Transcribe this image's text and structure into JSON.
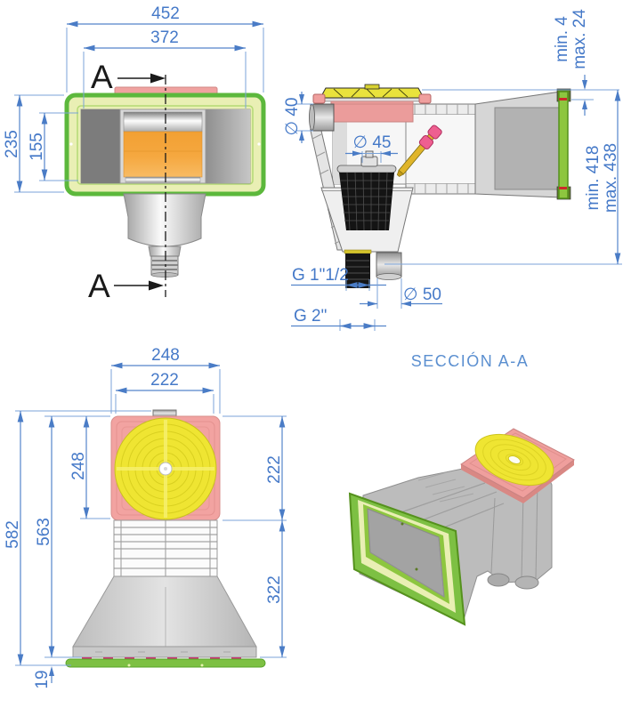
{
  "colors": {
    "dimension_blue": "#4a7cc6",
    "dimension_text_blue": "#4579c8",
    "section_title_blue": "#5b8fd0",
    "frame_green": "#6abf3e",
    "pale_green_band": "#e9efb4",
    "base_green": "#7dc043",
    "lid_yellow": "#ece43c",
    "collar_pink": "#ee9e9c",
    "weir_orange": "#f4a437",
    "tool_pink": "#ee5f90",
    "body_gray": "#c9c9c9"
  },
  "front_view": {
    "section_arrow_label": "A",
    "dims": {
      "overall_width": "452",
      "inner_width": "372",
      "overall_height": "235",
      "opening_height": "155"
    }
  },
  "section_view": {
    "title": "SECCIÓN A-A",
    "dims": {
      "top_pipe_diameter": "∅ 40",
      "basket_neck_diameter": "∅ 45",
      "lip_min": "min. 4",
      "lip_max": "max. 24",
      "depth_min": "min. 418",
      "depth_max": "max. 438",
      "drain_thread_small": "G 1\"1/2",
      "drain_pipe_diameter": "∅ 50",
      "drain_thread_large": "G 2\""
    }
  },
  "top_view": {
    "dims": {
      "frame_width": "248",
      "lid_width": "222",
      "frame_height": "248",
      "lid_height": "222",
      "total_height": "582",
      "upper_height": "563",
      "lower_height": "322",
      "base_thickness": "19"
    }
  }
}
